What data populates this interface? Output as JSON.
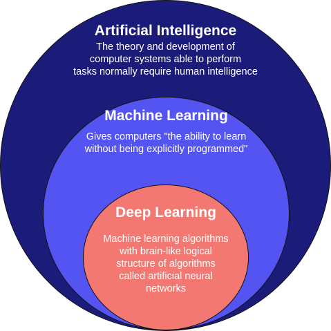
{
  "colors": {
    "ai_fill": "#1b1b7a",
    "ml_fill": "#5454f2",
    "dl_fill": "#f47872",
    "text": "#ffffff",
    "outline": "#111111"
  },
  "ai": {
    "title": "Artificial Intelligence",
    "description_lines": [
      "The theory and development of",
      "computer systems able to perform",
      "tasks normally require human intelligence"
    ]
  },
  "ml": {
    "title": "Machine Learning",
    "description_lines": [
      "Gives computers \"the ability to learn",
      "without being explicitly programmed\""
    ]
  },
  "dl": {
    "title": "Deep Learning",
    "description_lines": [
      "Machine learning algorithms",
      "with brain-like logical",
      "structure of algorithms",
      "called artificial neural",
      "networks"
    ]
  }
}
